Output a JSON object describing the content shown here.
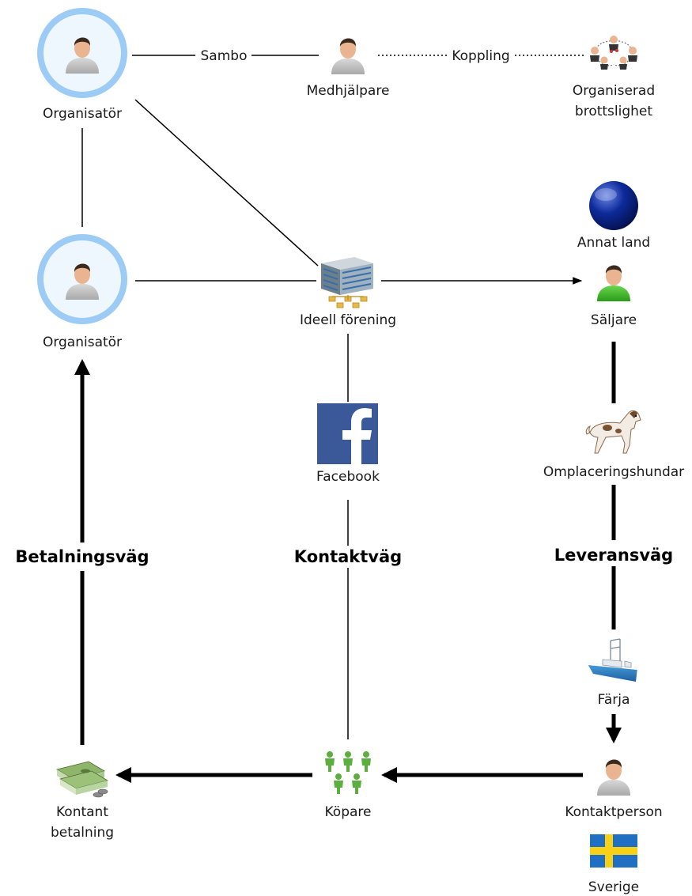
{
  "nodes": {
    "organizer_top": "Organisatör",
    "accomplice": "Medhjälpare",
    "organized_crime_line1": "Organiserad",
    "organized_crime_line2": "brottslighet",
    "organizer_mid": "Organisatör",
    "nonprofit": "Ideell förening",
    "other_country": "Annat land",
    "seller": "Säljare",
    "facebook": "Facebook",
    "rehoming_dogs": "Omplaceringshundar",
    "ferry": "Färja",
    "cash_line1": "Kontant",
    "cash_line2": "betalning",
    "buyers": "Köpare",
    "contact_person": "Kontaktperson",
    "sweden": "Sverige"
  },
  "edges": {
    "sambo": "Sambo",
    "koppling": "Koppling"
  },
  "paths": {
    "payment": "Betalningsväg",
    "contact": "Kontaktväg",
    "delivery": "Leveransväg"
  },
  "colors": {
    "ring": "#9ccbf5",
    "ring_fill": "#eaf4fd",
    "facebook": "#3b5998",
    "globe": "#0a1f7a",
    "seller_shirt": "#3fb52a",
    "sweden_blue": "#1f6fc2",
    "sweden_yellow": "#f7d117"
  }
}
